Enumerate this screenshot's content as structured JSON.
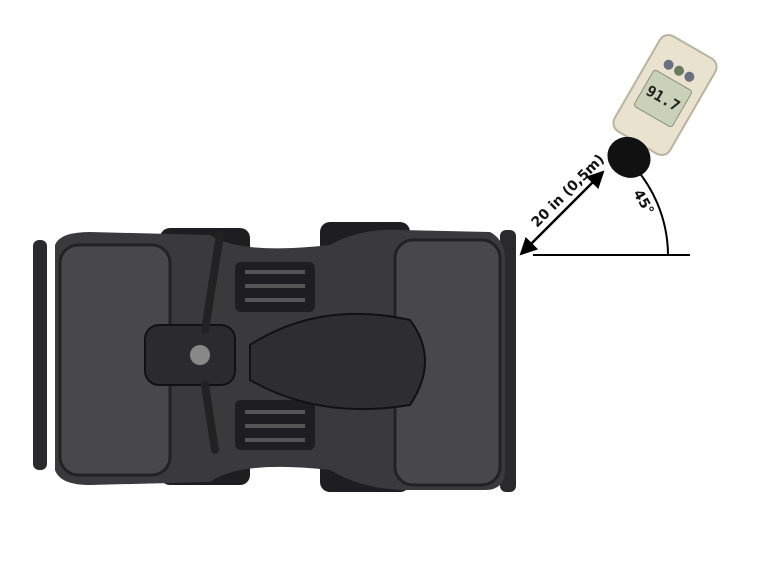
{
  "diagram": {
    "distance_label": "20 in (0,5m)",
    "angle_label": "45°",
    "meter_reading": "91.7",
    "colors": {
      "vehicle": "#3a3a3c",
      "vehicle_dark": "#1e1e20",
      "meter_body": "#e8e2cf",
      "meter_screen": "#c9d2b8",
      "microphone": "#111111",
      "lines": "#000000"
    },
    "icons": [
      "atv-top-view",
      "sound-level-meter",
      "double-arrow",
      "angle-arc"
    ]
  }
}
